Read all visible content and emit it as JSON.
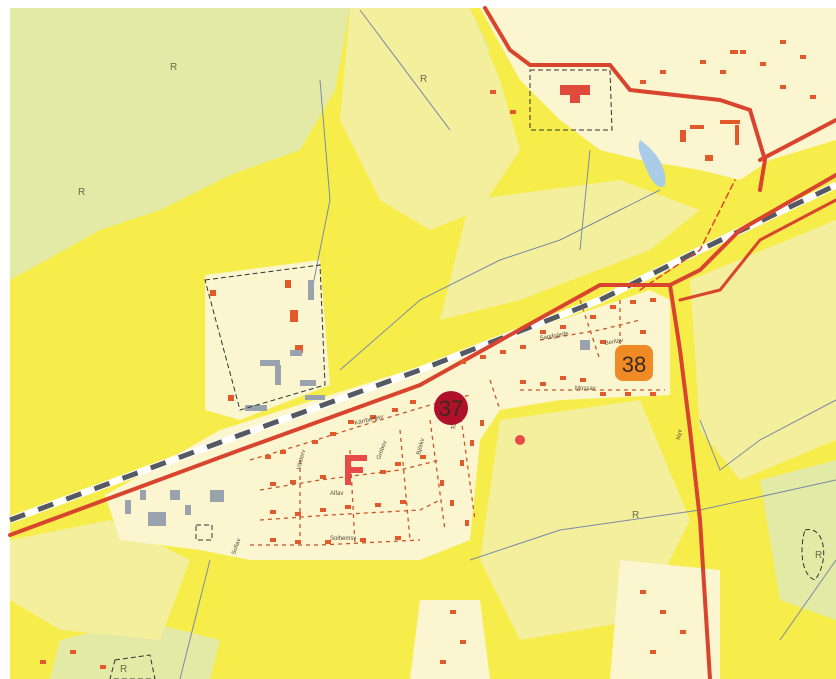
{
  "map": {
    "markers": [
      {
        "id": "37",
        "label": "37",
        "color": "#b0102a"
      },
      {
        "id": "38",
        "label": "38",
        "color": "#f08a24"
      }
    ],
    "street_labels": [
      "Kärrbergsv",
      "Solhemsv",
      "Mossav",
      "Alfav",
      "Gröbov",
      "Västerv",
      "Björkv",
      "Sandgärde",
      "Tornv",
      "Sofiav",
      "Beritav",
      "Nyv"
    ],
    "terrain_symbols": [
      "R",
      "R",
      "R",
      "R",
      "R",
      "R"
    ],
    "colors": {
      "farmland": "#f6ec4a",
      "pale_field": "#f3ef9c",
      "forest": "#e3eaa6",
      "settlement": "#fbf6cf",
      "main_road": "#d9442f",
      "railway_dash": "#555a62",
      "house": "#e2592c",
      "industrial": "#9aa3ad",
      "water": "#a9cde8"
    }
  }
}
